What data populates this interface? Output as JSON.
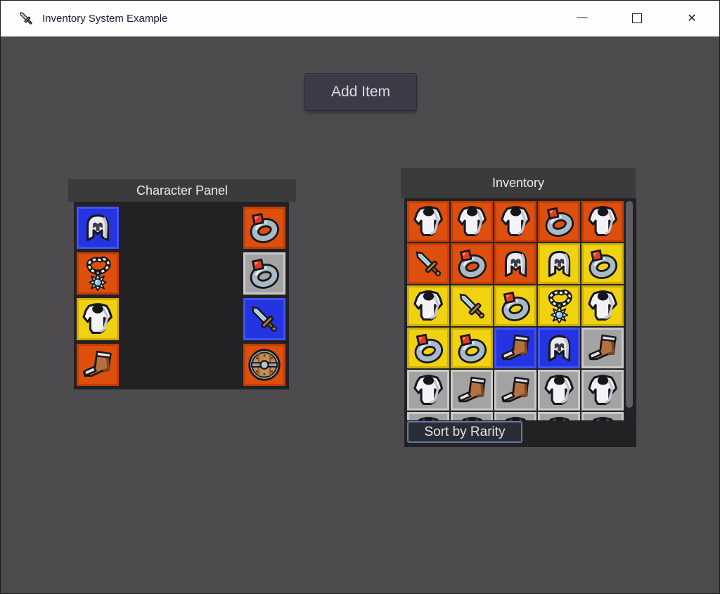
{
  "window": {
    "title": "Inventory System Example",
    "controls": {
      "minimize_glyph": "—",
      "close_glyph": "✕"
    }
  },
  "toolbar": {
    "add_item_label": "Add Item"
  },
  "character_panel": {
    "title": "Character Panel",
    "left_slots": [
      {
        "item": "helmet",
        "rarity": "blue"
      },
      {
        "item": "amulet",
        "rarity": "orange"
      },
      {
        "item": "armor",
        "rarity": "yellow"
      },
      {
        "item": "boots",
        "rarity": "orange"
      }
    ],
    "right_slots": [
      {
        "item": "ring",
        "rarity": "orange"
      },
      {
        "item": "ring",
        "rarity": "gray"
      },
      {
        "item": "sword",
        "rarity": "blue"
      },
      {
        "item": "shield",
        "rarity": "orange"
      }
    ]
  },
  "inventory": {
    "title": "Inventory",
    "sort_button_label": "Sort by Rarity",
    "columns": 5,
    "grid": [
      {
        "item": "armor",
        "rarity": "orange"
      },
      {
        "item": "armor",
        "rarity": "orange"
      },
      {
        "item": "armor",
        "rarity": "orange"
      },
      {
        "item": "ring",
        "rarity": "orange"
      },
      {
        "item": "armor",
        "rarity": "orange"
      },
      {
        "item": "sword",
        "rarity": "orange"
      },
      {
        "item": "ring",
        "rarity": "orange"
      },
      {
        "item": "helmet",
        "rarity": "orange"
      },
      {
        "item": "helmet",
        "rarity": "yellow"
      },
      {
        "item": "ring",
        "rarity": "yellow"
      },
      {
        "item": "armor",
        "rarity": "yellow"
      },
      {
        "item": "sword",
        "rarity": "yellow"
      },
      {
        "item": "ring",
        "rarity": "yellow"
      },
      {
        "item": "amulet",
        "rarity": "yellow"
      },
      {
        "item": "armor",
        "rarity": "yellow"
      },
      {
        "item": "ring",
        "rarity": "yellow"
      },
      {
        "item": "ring",
        "rarity": "yellow"
      },
      {
        "item": "boots",
        "rarity": "blue"
      },
      {
        "item": "helmet",
        "rarity": "blue"
      },
      {
        "item": "boots",
        "rarity": "gray"
      },
      {
        "item": "armor",
        "rarity": "gray"
      },
      {
        "item": "boots",
        "rarity": "gray"
      },
      {
        "item": "boots",
        "rarity": "gray"
      },
      {
        "item": "armor",
        "rarity": "gray"
      },
      {
        "item": "armor",
        "rarity": "gray"
      },
      {
        "item": "armor",
        "rarity": "gray"
      },
      {
        "item": "armor",
        "rarity": "gray"
      },
      {
        "item": "armor",
        "rarity": "gray"
      },
      {
        "item": "armor",
        "rarity": "gray"
      },
      {
        "item": "armor",
        "rarity": "gray"
      }
    ]
  },
  "colors": {
    "rarity": {
      "orange": {
        "fill": "#de4f0d",
        "edge": "#c03e06"
      },
      "yellow": {
        "fill": "#f1d211",
        "edge": "#cfae08"
      },
      "blue": {
        "fill": "#2334e0",
        "edge": "#4153ef"
      },
      "gray": {
        "fill": "#a3a3a3",
        "edge": "#c9c9c9"
      }
    },
    "focus_ring": "#5b7ca8"
  }
}
